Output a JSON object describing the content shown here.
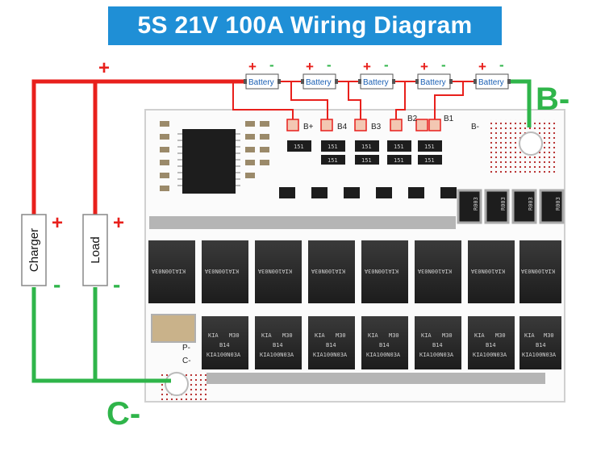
{
  "title": "5S 21V 100A Wiring Diagram",
  "battery_label": "Battery",
  "battery_polarity": {
    "plus": "+",
    "minus": "-"
  },
  "charger": {
    "label": "Charger",
    "plus": "+",
    "minus": "-"
  },
  "load": {
    "label": "Load",
    "plus": "+",
    "minus": "-"
  },
  "top_plus": "+",
  "terminal_b_minus": "B-",
  "terminal_c_minus": "C-",
  "pcb_labels": {
    "bplus": "B+",
    "b4": "B4",
    "b3": "B3",
    "b2": "B2",
    "b1": "B1",
    "bminus": "B-",
    "p_minus": "P-",
    "c_minus": "C-"
  },
  "mosfet_text": {
    "line1": "KIA",
    "line2": "M30",
    "line3": "B14",
    "line4": "KIA100N03A"
  },
  "resistor_text": "R003",
  "small_resistor_text": "151",
  "colors": {
    "title_bg": "#1f8fd6",
    "plus_wire": "#e8201c",
    "minus_wire": "#2fb54a",
    "battery_text": "#1a5fb4"
  }
}
